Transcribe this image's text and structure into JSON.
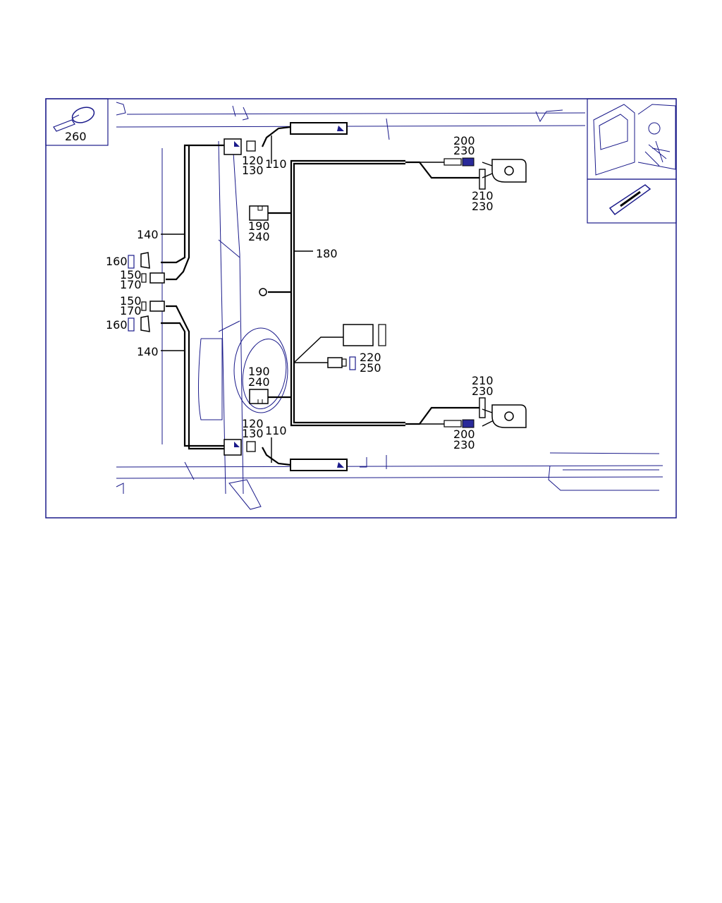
{
  "part_callouts": {
    "p260": "260",
    "p120_top": "120",
    "p130_top": "130",
    "p110_top": "110",
    "p200_top": "200",
    "p230_top_a": "230",
    "p210_top": "210",
    "p230_top_b": "230",
    "p190_top": "190",
    "p240_top": "240",
    "p140_top": "140",
    "p160_top": "160",
    "p150_top": "150",
    "p170_top": "170",
    "p180": "180",
    "p150_bot": "150",
    "p170_bot": "170",
    "p160_bot": "160",
    "p140_bot": "140",
    "p220": "220",
    "p250": "250",
    "p190_bot": "190",
    "p240_bot": "240",
    "p210_bot": "210",
    "p230_bot_a": "230",
    "p120_bot": "120",
    "p130_bot": "130",
    "p110_bot": "110",
    "p200_bot": "200",
    "p230_bot_b": "230"
  },
  "colors": {
    "outline": "#1a1a8a",
    "wire": "#000000",
    "connector_pin": "#2a2a9a"
  }
}
